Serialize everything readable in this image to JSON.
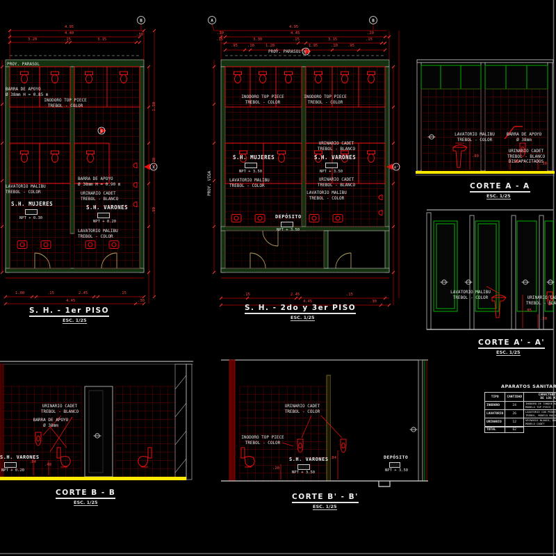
{
  "shared": {
    "scale": "ESC. 1/25",
    "lav_color": "LAVATORIO MALIBU\nTREBOL  -  COLOR",
    "urin_blanco": "URINARIO CADET\nTREBOL  -  BLANCO",
    "urin_color": "URINARIO CADET\nTREBOL  -  COLOR",
    "inod_color": "INODORO TOP PIECE\nTREBOL  -  COLOR",
    "barra_085": "BARRA DE APOYO\nØ 38mm   H = 0.85 m",
    "barra_090": "BARRA DE APOYO\nØ 38mm   H = 0.90 m",
    "barra_d": "BARRA DE APOYO\nØ 38mm",
    "urin_disc": "URINARIO CADET\nTREBOL - BLANCO\nDISCAPACITADOS",
    "sh_mujeres": "S.H. MUJERES",
    "sh_varones": "S.H. VARONES",
    "deposito": "DEPÓSITO",
    "proy_parasol": "PROY. PARASOL",
    "proy_viga": "PROY. VIGA",
    "npt_030": "NPT + 0.30",
    "npt_020": "NPT + 0.20",
    "npt_350": "NPT + 3.50"
  },
  "views": {
    "plan1": {
      "title": "S. H. - 1er PISO",
      "bubbles": [
        "B"
      ],
      "cut_labels": [
        "B",
        "A"
      ],
      "dims_top": [
        "4.95",
        "4.40",
        "3.20",
        ".15",
        "3.15",
        ".30"
      ],
      "dims_bottom": [
        "1.00",
        ".15",
        "2.45",
        ".15",
        "4.45",
        ".30"
      ],
      "dims_side": [
        "1.50",
        "1.20",
        ".90"
      ]
    },
    "plan2": {
      "title": "S. H. - 2do y 3er PISO",
      "bubbles": [
        "A",
        "B"
      ],
      "cut_labels": [
        "B'",
        "A'"
      ],
      "dims_top": [
        "4.95",
        ".30",
        "4.45",
        ".20",
        ".15",
        "3.30",
        ".15",
        "3.15",
        ".15",
        ".95",
        ".10",
        "1.20",
        "1.95",
        ".10",
        ".95"
      ],
      "dims_bottom": [
        ".15",
        "2.45",
        ".15",
        "4.45",
        ".30"
      ]
    },
    "corte_aa": {
      "title": "CORTE  A - A",
      "dims": [
        ".80",
        ".40",
        ".30"
      ]
    },
    "corte_a1": {
      "title": "CORTE  A' - A'",
      "dims": [
        ".85",
        ".30"
      ]
    },
    "corte_bb": {
      "title": "CORTE  B - B",
      "dims": [
        ".84",
        ".40"
      ]
    },
    "corte_b1": {
      "title": "CORTE  B' - B'",
      "dims": [
        ".20",
        ".84"
      ]
    }
  },
  "table": {
    "title": "APARATOS SANITARIOS",
    "headers": [
      "TIPO",
      "CANTIDAD",
      "CARACTERISTICAS\nDE LOS MISMOS"
    ],
    "rows": [
      {
        "tipo": "INODORO",
        "cant": "24",
        "carac": "INODORO DE TANQUE BAJO TREBOL, MODELO TOP PIECE"
      },
      {
        "tipo": "LAVATORIO",
        "cant": "26",
        "carac": "LAVATORIO CON PEDESTAL MARCA TREBOL, MODELO MALIBU"
      },
      {
        "tipo": "URINARIO",
        "cant": "12",
        "carac": "URINARIO BLANCO, MARCA TREBOL, MODELO CADET"
      },
      {
        "tipo": "TOTAL",
        "cant": "62",
        "carac": ""
      }
    ]
  },
  "colors": {
    "red": "#e51212",
    "dim_red": "#ff4545",
    "green": "#00b400",
    "yellow": "#ffe900",
    "white": "#e8e8e8"
  }
}
